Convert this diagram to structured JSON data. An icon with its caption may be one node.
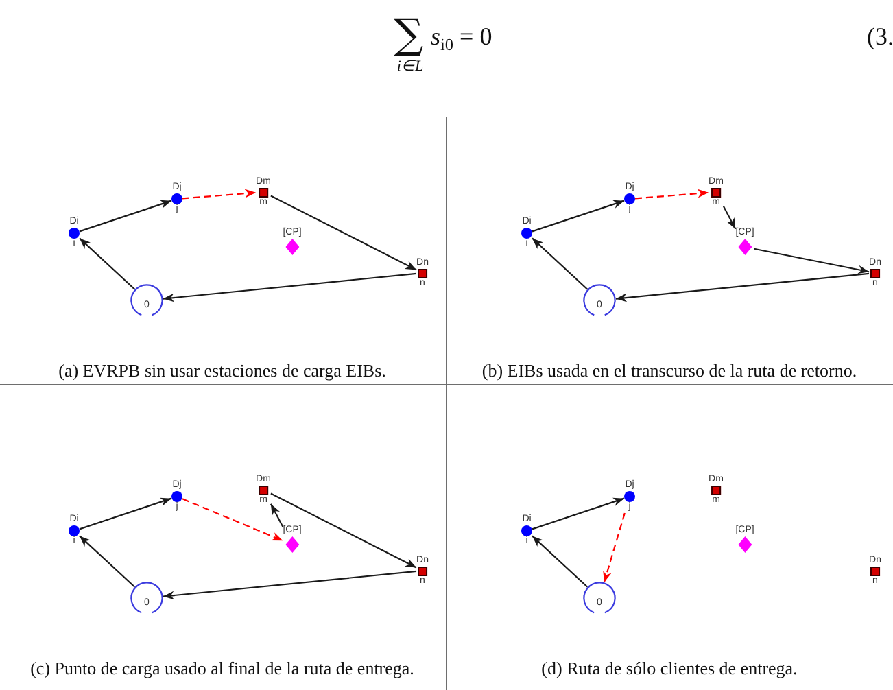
{
  "diagram": {
    "nodes": [
      {
        "text": [
          "0"
        ]
      },
      {
        "text": [
          "Di",
          "i"
        ]
      },
      {
        "text": [
          "Dj",
          "j"
        ]
      },
      {
        "text": [
          "Dm",
          "m"
        ]
      },
      {
        "text": [
          "Dn",
          "n"
        ]
      },
      {
        "text": [
          "[CP]"
        ]
      },
      {
        "text": [
          "0"
        ]
      },
      {
        "text": [
          "Di",
          "i"
        ]
      },
      {
        "text": [
          "Dj",
          "j"
        ]
      },
      {
        "text": [
          "Dm",
          "m"
        ]
      },
      {
        "text": [
          "Dn",
          "n"
        ]
      },
      {
        "text": [
          "[CP]"
        ]
      },
      {
        "text": [
          "0"
        ]
      },
      {
        "text": [
          "Di",
          "i"
        ]
      },
      {
        "text": [
          "Dj",
          "j"
        ]
      },
      {
        "text": [
          "Dm",
          "m"
        ]
      },
      {
        "text": [
          "Dn",
          "n"
        ]
      },
      {
        "text": [
          "[CP]"
        ]
      },
      {
        "text": [
          "0"
        ]
      },
      {
        "text": [
          "Di",
          "i"
        ]
      },
      {
        "text": [
          "Dj",
          "j"
        ]
      },
      {
        "text": [
          "Dm",
          "m"
        ]
      },
      {
        "text": [
          "Dn",
          "n"
        ]
      },
      {
        "text": [
          "[CP]"
        ]
      }
    ],
    "edges": [
      {
        "from": 0,
        "to": 1,
        "arrow": "to"
      },
      {
        "from": 1,
        "to": 2,
        "arrow": "to"
      },
      {
        "from": 2,
        "to": 3,
        "arrow": "to",
        "style": "dashed",
        "color": "#ff0000"
      },
      {
        "from": 3,
        "to": 4,
        "arrow": "to"
      },
      {
        "from": 4,
        "to": 0,
        "arrow": "to"
      },
      {
        "from": 6,
        "to": 7,
        "arrow": "to"
      },
      {
        "from": 7,
        "to": 8,
        "arrow": "to"
      },
      {
        "from": 8,
        "to": 9,
        "arrow": "to",
        "style": "dashed",
        "color": "#ff0000"
      },
      {
        "from": 9,
        "to": 11,
        "arrow": "to"
      },
      {
        "from": 11,
        "to": 10,
        "arrow": "to"
      },
      {
        "from": 10,
        "to": 6,
        "arrow": "to"
      },
      {
        "from": 12,
        "to": 13,
        "arrow": "to"
      },
      {
        "from": 13,
        "to": 14,
        "arrow": "to"
      },
      {
        "from": 14,
        "to": 17,
        "arrow": "to",
        "style": "dashed",
        "color": "#ff0000"
      },
      {
        "from": 17,
        "to": 15,
        "arrow": "to"
      },
      {
        "from": 15,
        "to": 16,
        "arrow": "to"
      },
      {
        "from": 16,
        "to": 12,
        "arrow": "to"
      },
      {
        "from": 18,
        "to": 19,
        "arrow": "to"
      },
      {
        "from": 19,
        "to": 20,
        "arrow": "to"
      },
      {
        "from": 20,
        "to": 18,
        "arrow": "to",
        "style": "dashed",
        "color": "#ff0000"
      }
    ],
    "labels": [
      "∑",
      "i∈L",
      "*s*$_{i0}$ = 0",
      "(3.",
      "(a) EVRPB sin usar estaciones de carga EIBs.",
      "(b) EIBs usada en el transcurso de la ruta de retorno.",
      "(c) Punto de carga usado al final de la ruta de entrega.",
      "(d) Ruta de sólo clientes de entrega."
    ]
  }
}
